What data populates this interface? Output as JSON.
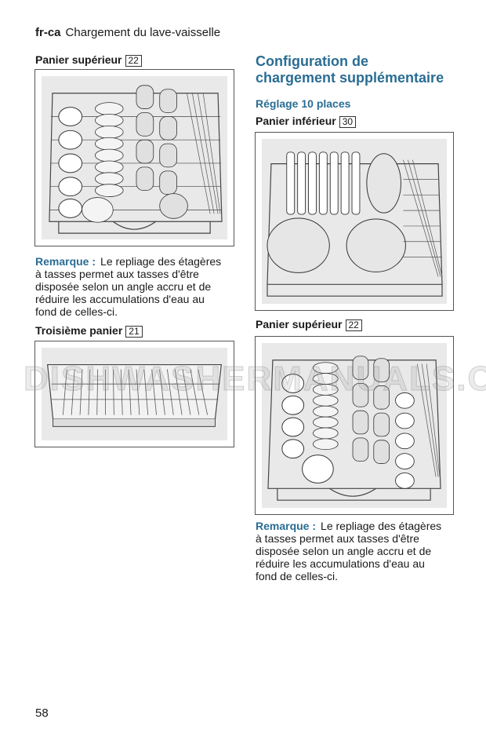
{
  "header": {
    "lang": "fr-ca",
    "title": "Chargement du lave-vaisselle"
  },
  "left": {
    "upper_basket": {
      "label": "Panier supérieur",
      "ref": "22"
    },
    "note1": {
      "label": "Remarque :",
      "lines": [
        "Le repliage des étagères",
        "à tasses permet aux tasses d'être",
        "disposée selon un angle accru et de",
        "réduire les accumulations d'eau au",
        "fond de celles-ci."
      ]
    },
    "third_basket": {
      "label": "Troisième panier",
      "ref": "21"
    }
  },
  "right": {
    "section_title": [
      "Configuration de",
      "chargement supplémentaire"
    ],
    "setting": "Réglage 10 places",
    "lower_basket": {
      "label": "Panier inférieur",
      "ref": "30"
    },
    "upper_basket": {
      "label": "Panier supérieur",
      "ref": "22"
    },
    "note2": {
      "label": "Remarque :",
      "lines": [
        "Le repliage des étagères",
        "à tasses permet aux tasses d'être",
        "disposée selon un angle accru et de",
        "réduire les accumulations d'eau au",
        "fond de celles-ci."
      ]
    }
  },
  "watermark": "DISHWASHERMANUALS.COM",
  "page_number": "58"
}
